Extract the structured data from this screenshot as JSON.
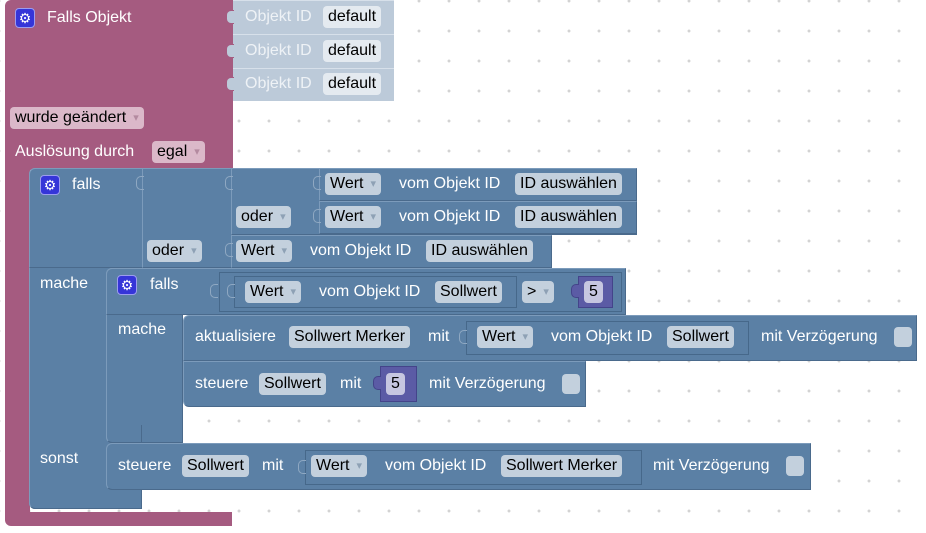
{
  "trigger_block": {
    "title": "Falls Objekt",
    "object_rows": [
      {
        "label": "Objekt ID",
        "value": "default"
      },
      {
        "label": "Objekt ID",
        "value": "default"
      },
      {
        "label": "Objekt ID",
        "value": "default"
      }
    ],
    "event_dropdown": "wurde geändert",
    "trigger_by_label": "Auslösung durch",
    "trigger_by_dropdown": "egal"
  },
  "if_block": {
    "if_label": "falls",
    "do_label": "mache",
    "else_label": "sonst",
    "conditions": [
      {
        "value_dropdown": "Wert",
        "from_label": "vom Objekt ID",
        "object": "ID auswählen"
      },
      {
        "logic_dropdown": "oder",
        "value_dropdown": "Wert",
        "from_label": "vom Objekt ID",
        "object": "ID auswählen"
      },
      {
        "logic_dropdown": "oder",
        "value_dropdown": "Wert",
        "from_label": "vom Objekt ID",
        "object": "ID auswählen"
      }
    ]
  },
  "inner_if_block": {
    "if_label": "falls",
    "do_label": "mache",
    "compare": {
      "value_dropdown": "Wert",
      "from_label": "vom Objekt ID",
      "object": "Sollwert",
      "operator": ">",
      "number": "5"
    },
    "update_stmt": {
      "label": "aktualisiere",
      "target": "Sollwert Merker",
      "with_label": "mit",
      "value_dropdown": "Wert",
      "from_label": "vom Objekt ID",
      "object": "Sollwert",
      "delay_label": "mit Verzögerung"
    },
    "control_stmt": {
      "label": "steuere",
      "target": "Sollwert",
      "with_label": "mit",
      "number": "5",
      "delay_label": "mit Verzögerung"
    }
  },
  "else_stmt": {
    "label": "steuere",
    "target": "Sollwert",
    "with_label": "mit",
    "value_dropdown": "Wert",
    "from_label": "vom Objekt ID",
    "object": "Sollwert Merker",
    "delay_label": "mit Verzögerung"
  },
  "icons": {
    "gear": "⚙"
  }
}
